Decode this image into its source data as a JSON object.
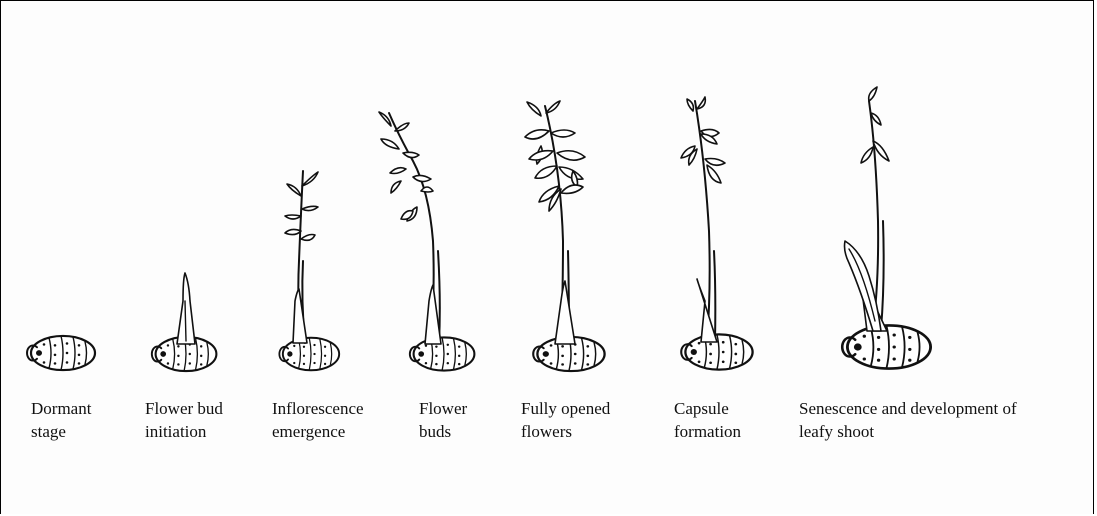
{
  "stages": [
    {
      "lines": [
        "Dormant",
        "stage"
      ]
    },
    {
      "lines": [
        "Flower bud",
        "initiation"
      ]
    },
    {
      "lines": [
        "Inflorescence",
        "emergence"
      ]
    },
    {
      "lines": [
        "Flower",
        "buds"
      ]
    },
    {
      "lines": [
        "Fully opened",
        "flowers"
      ]
    },
    {
      "lines": [
        "Capsule",
        "formation"
      ]
    },
    {
      "lines": [
        "Senescence and development of",
        "leafy shoot"
      ]
    }
  ]
}
